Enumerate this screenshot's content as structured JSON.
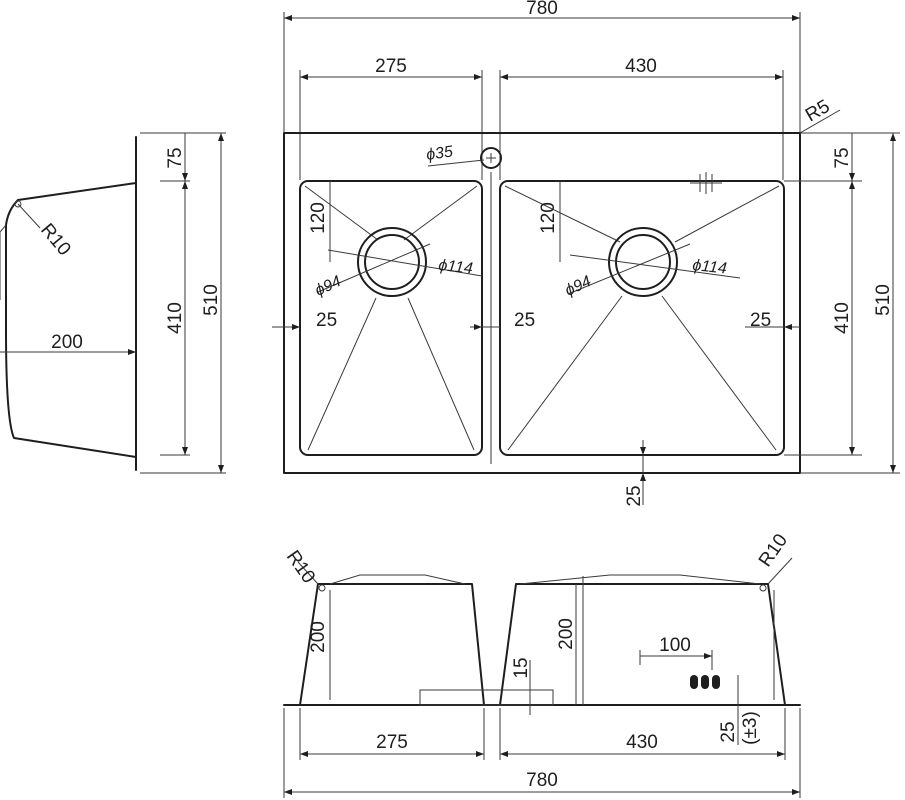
{
  "top_view": {
    "total_width": "780",
    "bowl_left_width": "275",
    "bowl_right_width": "430",
    "corner_radius": "R5",
    "tap_hole": "ϕ35",
    "left_bowl": {
      "depth_offset": "120",
      "drain_outer": "ϕ114",
      "drain_inner": "ϕ94",
      "rim_offset": "25"
    },
    "right_bowl": {
      "depth_offset": "120",
      "drain_outer": "ϕ114",
      "drain_inner": "ϕ94",
      "rim_offset": "25"
    },
    "middle_offset": "25",
    "bottom_offset": "25",
    "right_dims": {
      "top": "75",
      "inner": "410",
      "total": "510"
    },
    "left_dims": {
      "top": "75",
      "inner": "410",
      "total": "510"
    }
  },
  "side_view": {
    "corner_radius": "R10",
    "depth": "200"
  },
  "front_view": {
    "left_radius": "R10",
    "right_radius": "R10",
    "left_depth": "200",
    "right_depth": "200",
    "center_height": "15",
    "overflow_width": "100",
    "tolerance_value": "25",
    "tolerance": "(±3)",
    "bowl_left_width": "275",
    "bowl_right_width": "430",
    "total_width": "780"
  }
}
